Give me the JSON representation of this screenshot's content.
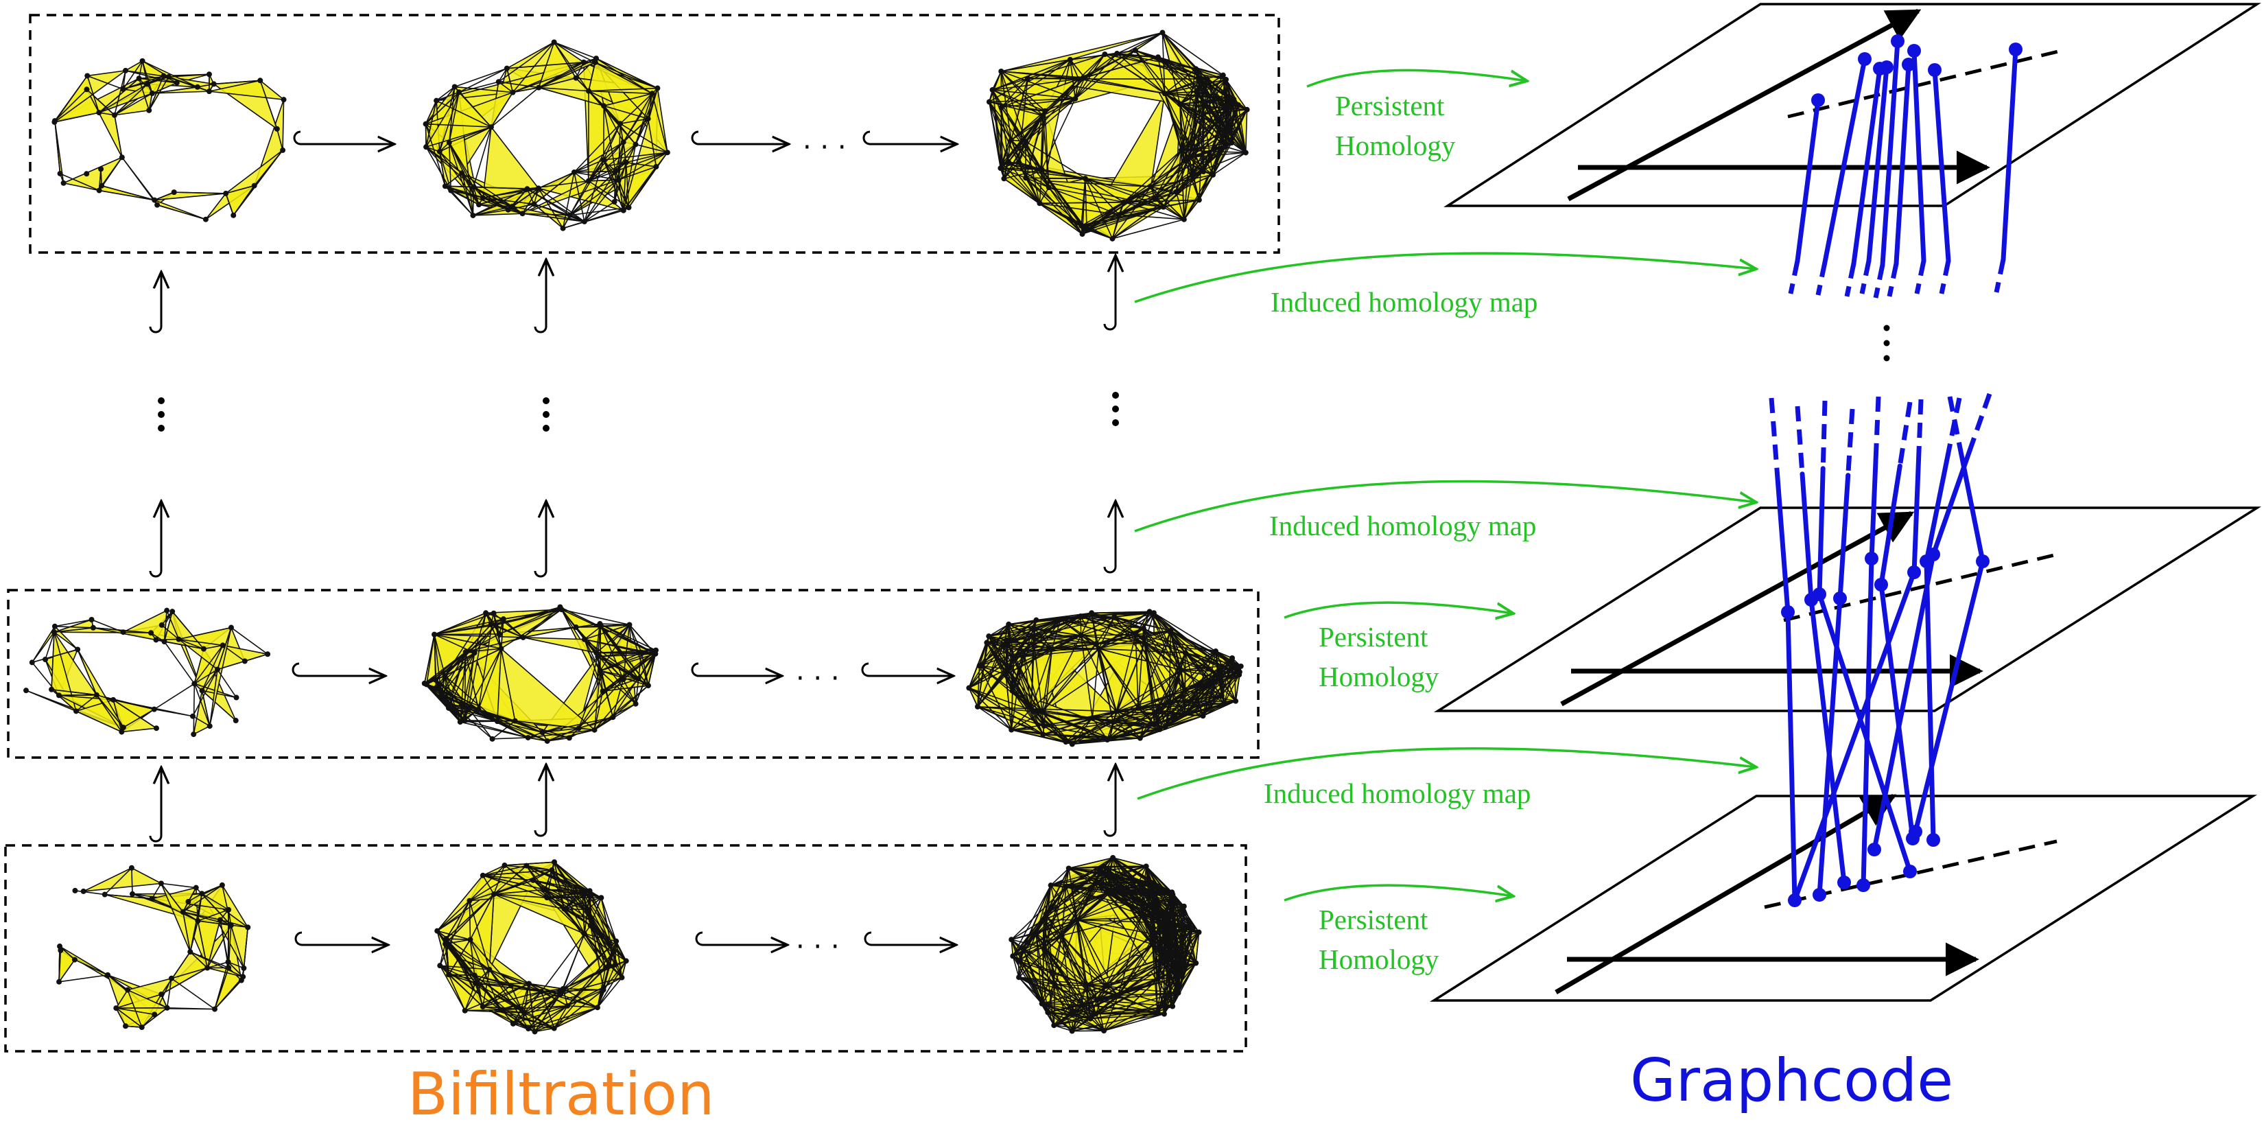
{
  "titles": {
    "left": "Bifiltration",
    "left_color": "#f5831f",
    "right": "Graphcode",
    "right_color": "#1111dd"
  },
  "labels": {
    "persistent_line1": "Persistent",
    "persistent_line2": "Homology",
    "induced": "Induced homology map",
    "hdots": "· · ·"
  },
  "colors": {
    "green": "#22c322",
    "blue": "#1111dd",
    "simplex_fill": "#f2ec1a"
  },
  "icons": {
    "inclusion_arrow": "hook-right-arrow",
    "vertical_inclusion": "hook-up-arrow"
  }
}
